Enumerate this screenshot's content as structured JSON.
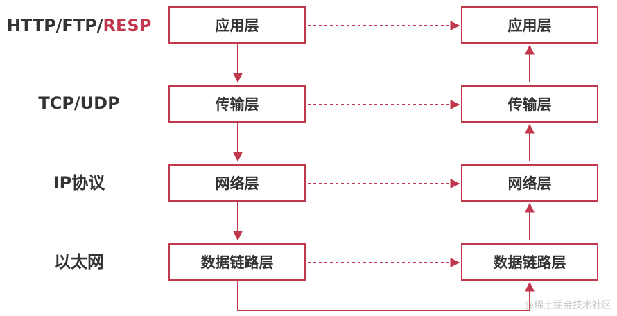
{
  "protocols": {
    "app_prefix": "HTTP/FTP/",
    "app_highlight": "RESP",
    "transport": "TCP/UDP",
    "network": "IP协议",
    "link": "以太网"
  },
  "layers": {
    "app": "应用层",
    "transport": "传输层",
    "network": "网络层",
    "link": "数据链路层"
  },
  "colors": {
    "accent": "#c1374d",
    "text": "#333333"
  },
  "watermark": "@稀土掘金技术社区"
}
